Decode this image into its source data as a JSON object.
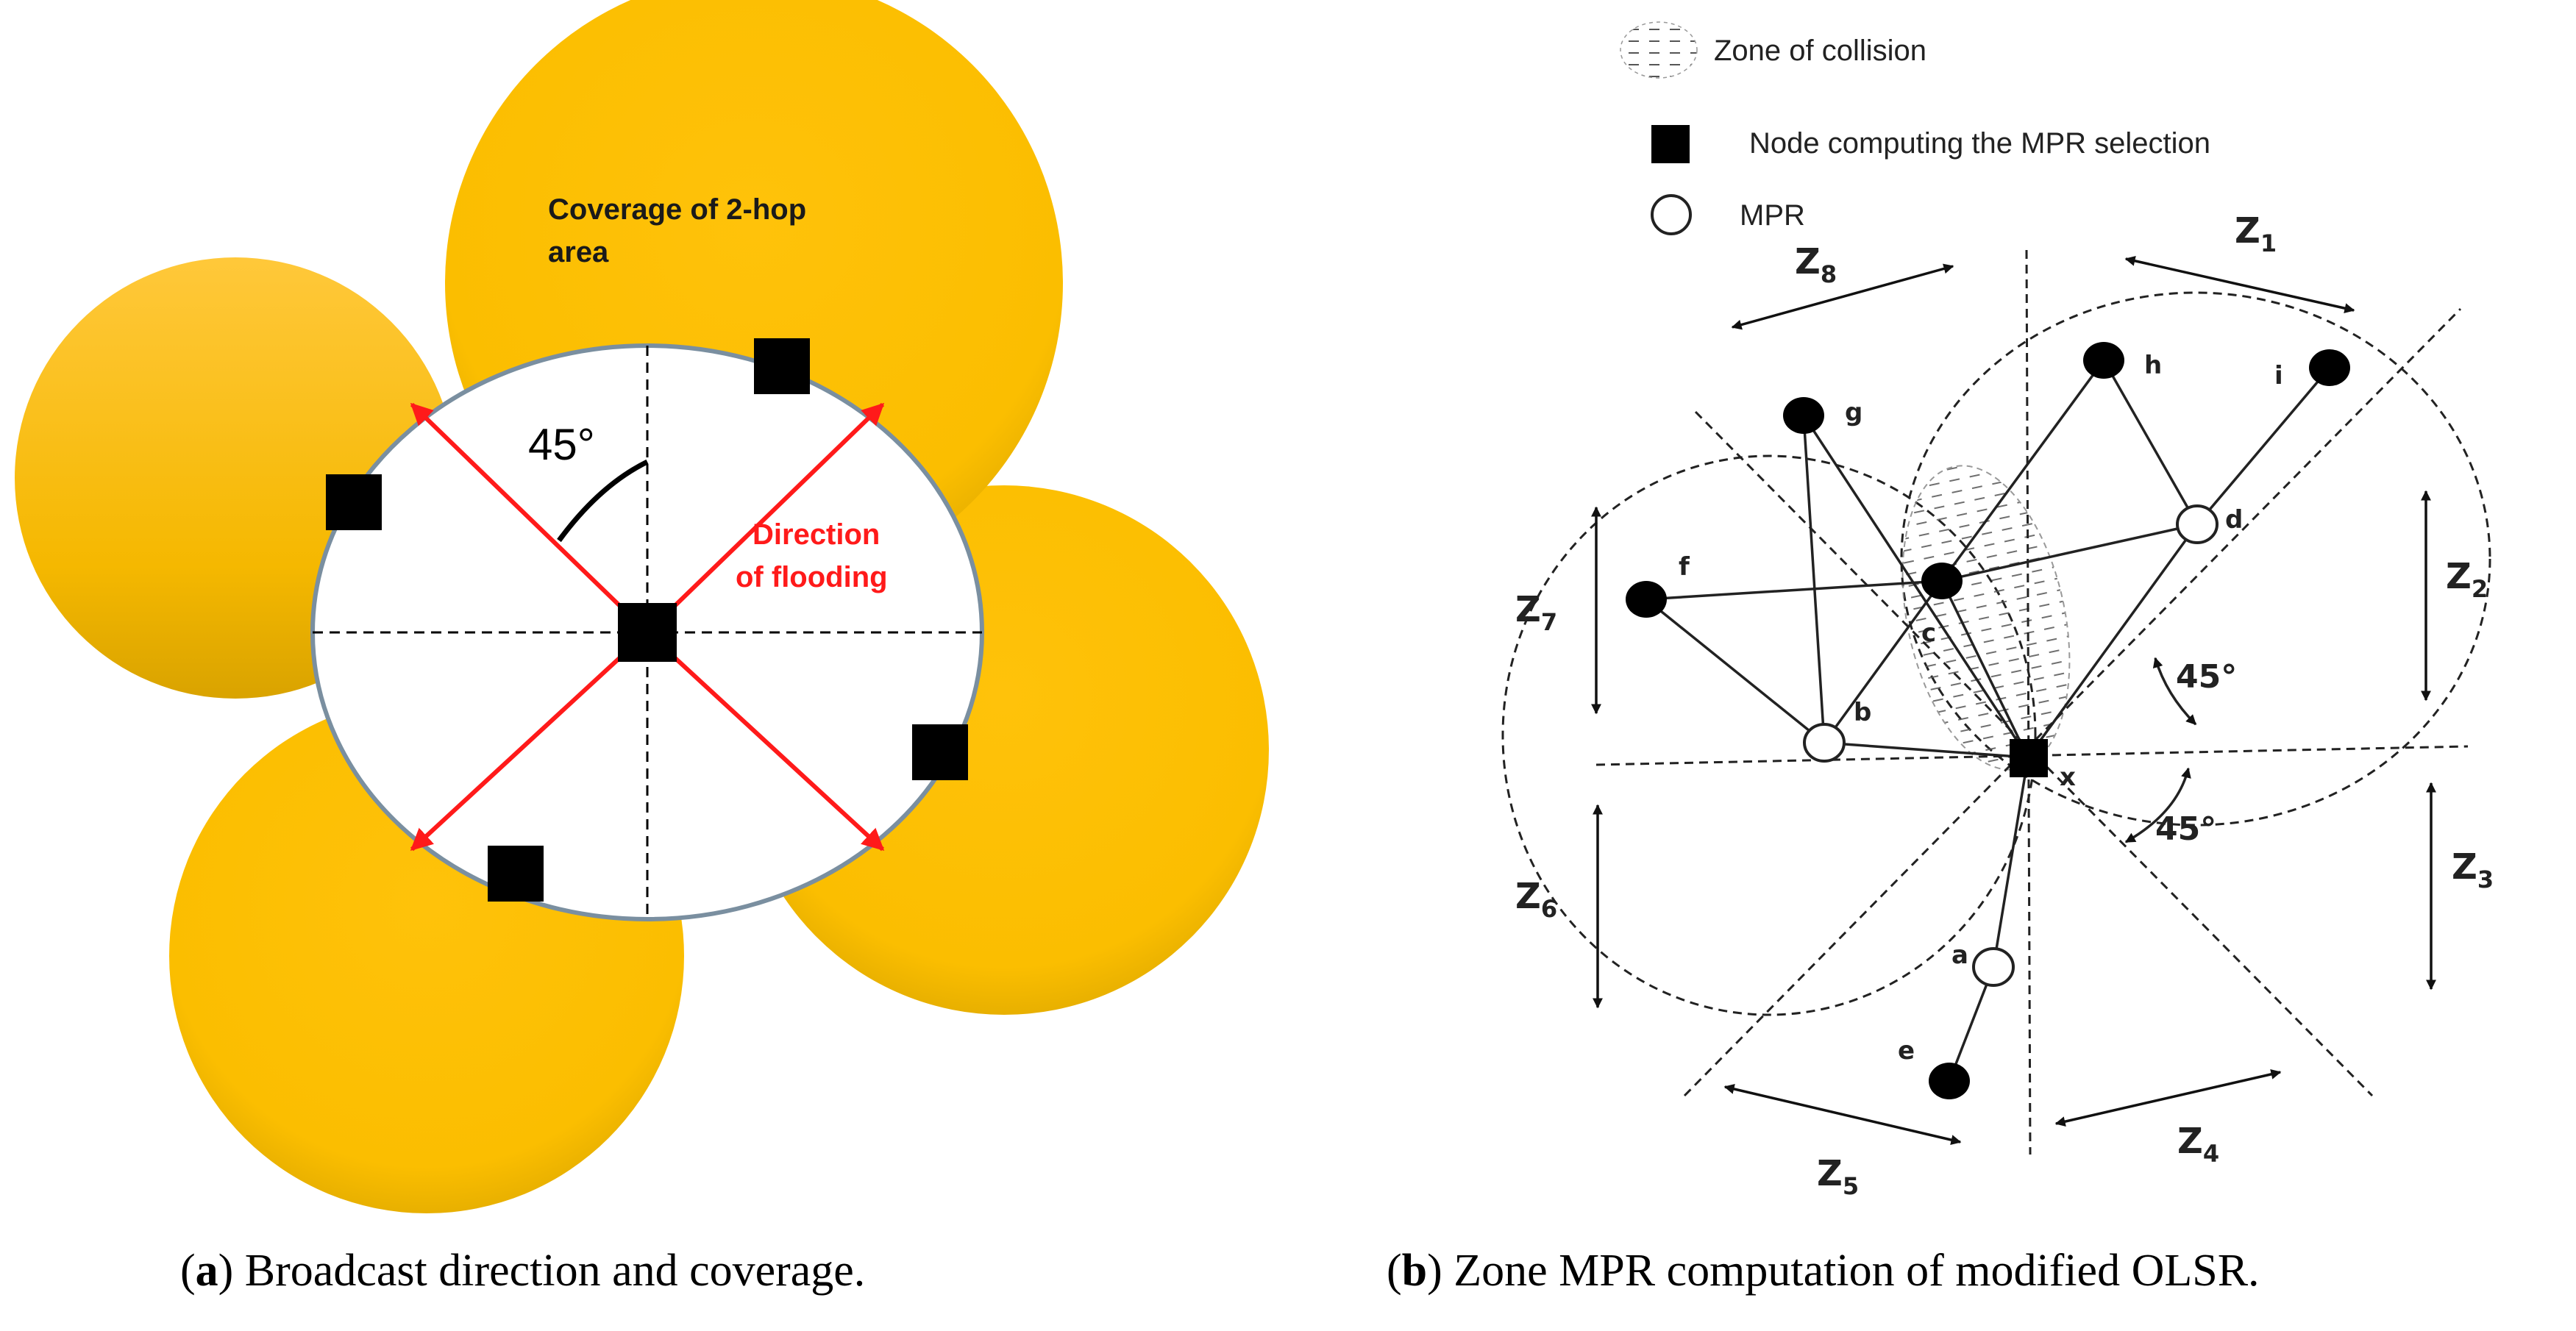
{
  "panel_a": {
    "coverage_label_line1": "Coverage of 2-hop",
    "coverage_label_line2": "area",
    "angle_label": "45°",
    "direction_label_line1": "Direction",
    "direction_label_line2": "of flooding",
    "caption_letter": "a",
    "caption_text": ") Broadcast direction and coverage.",
    "colors": {
      "coverage": "#FFC000",
      "coverage_dark": "#E6AD00",
      "arrow": "#FF0000",
      "node": "#000000"
    }
  },
  "panel_b": {
    "legend": {
      "collision": "Zone of collision",
      "computing_node": "Node computing the MPR selection",
      "mpr": "MPR"
    },
    "zones": {
      "z1": {
        "base": "Z",
        "sub": "1"
      },
      "z2": {
        "base": "Z",
        "sub": "2"
      },
      "z3": {
        "base": "Z",
        "sub": "3"
      },
      "z4": {
        "base": "Z",
        "sub": "4"
      },
      "z5": {
        "base": "Z",
        "sub": "5"
      },
      "z6": {
        "base": "Z",
        "sub": "6"
      },
      "z7": {
        "base": "Z",
        "sub": "7"
      },
      "z8": {
        "base": "Z",
        "sub": "8"
      }
    },
    "nodes": {
      "a": "a",
      "b": "b",
      "c": "c",
      "d": "d",
      "e": "e",
      "f": "f",
      "g": "g",
      "h": "h",
      "i": "i",
      "x": "x"
    },
    "angle_upper": "45°",
    "angle_lower": "45°",
    "caption_letter": "b",
    "caption_text": ") Zone MPR computation of modified OLSR."
  }
}
